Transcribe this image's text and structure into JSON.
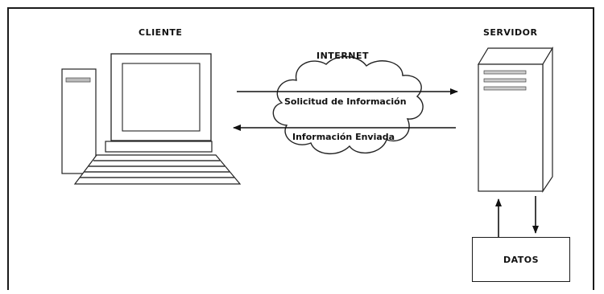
{
  "labels": {
    "cliente": "CLIENTE",
    "internet": "INTERNET",
    "servidor": "SERVIDOR",
    "datos": "DATOS",
    "request": "Solicitud de Información",
    "response": "Información Enviada"
  }
}
